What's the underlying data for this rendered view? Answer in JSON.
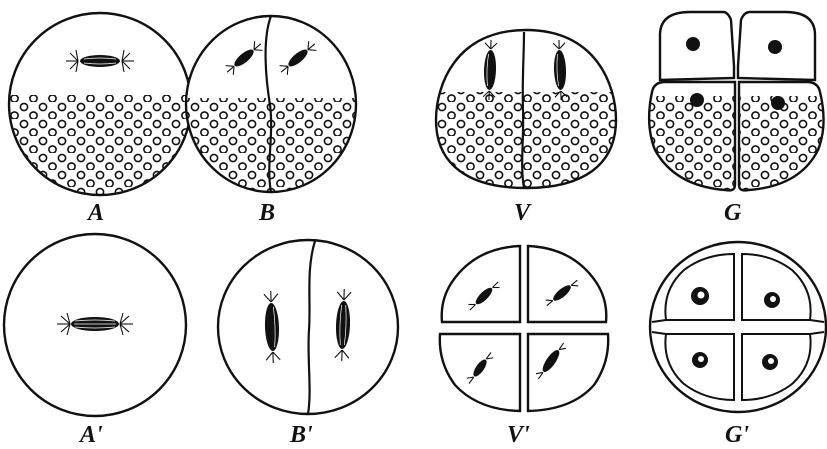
{
  "figures": [
    {
      "id": "A",
      "label": "A"
    },
    {
      "id": "B",
      "label": "B"
    },
    {
      "id": "V",
      "label": "V"
    },
    {
      "id": "G",
      "label": "G"
    },
    {
      "id": "A2",
      "label": "A'"
    },
    {
      "id": "B2",
      "label": "B'"
    },
    {
      "id": "V2",
      "label": "V'"
    },
    {
      "id": "G2",
      "label": "G'"
    }
  ],
  "colors": {
    "ink": "#111111",
    "paper": "#ffffff"
  }
}
